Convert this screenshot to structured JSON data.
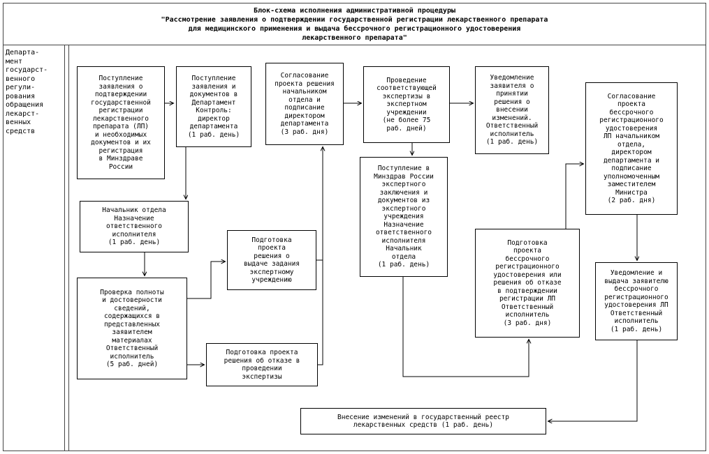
{
  "colors": {
    "background": "#ffffff",
    "line": "#000000",
    "text": "#000000"
  },
  "title": {
    "text": "Блок-схема исполнения административной процедуры\n\"Рассмотрение заявления о подтверждении государственной регистрации лекарственного препарата\nдля медицинского применения и выдача бессрочного регистрационного удостоверения\nлекарственного препарата\""
  },
  "lane": {
    "label": "Департа-\nмент\nгосударст-\nвенного\nрегули-\nрования\nобращения\nлекарст-\nвенных\nсредств"
  },
  "boxes": {
    "b1": "Поступление\nзаявления о\nподтверждении\nгосударственной\nрегистрации\nлекарственного\nпрепарата (ЛП)\nи необходимых\nдокументов и их\nрегистрация\nв Минздраве\nРоссии",
    "b2": "Поступление\nзаявления и\nдокументов в\nДепартамент\nКонтроль:\nдиректор\nдепартамента\n(1 раб. день)",
    "b3": "Согласование\nпроекта решения\nначальником\nотдела и\nподписание\nдиректором\nдепартамента\n(3 раб. дня)",
    "b4": "Проведение\nсоответствующей\nэкспертизы в\nэкспертном\nучреждении\n(не более 75\nраб. дней)",
    "b5": "Уведомление\nзаявителя о\nпринятии\nрешения о\nвнесении\nизменений.\nОтветственный\nисполнитель\n(1 раб. день)",
    "b6": "Согласование\nпроекта\nбессрочного\nрегистрационного\nудостоверения\nЛП начальником\nотдела,\nдиректором\nдепартамента и\nподписание\nуполномоченным\nзаместителем\nМинистра\n(2 раб. дня)",
    "b7": "Начальник отдела\nНазначение\nответственного\nисполнителя\n(1 раб. день)",
    "b8": "Проверка полноты\nи достоверности\nсведений,\nсодержащихся в\nпредставленных\nзаявителем\nматериалах\nОтветственный\nисполнитель\n(5 раб. дней)",
    "b9": "Подготовка\nпроекта\nрешения о\nвыдаче задания\nэкспертному\nучреждению",
    "b10": "Подготовка проекта\nрешения об отказе в\nпроведении\nэкспертизы",
    "b11": "Поступление в\nМинздрав России\nэкспертного\nзаключения и\nдокументов из\nэкспертного\nучреждения\nНазначение\nответственного\nисполнителя\nНачальник\nотдела\n(1 раб. день)",
    "b12": "Подготовка\nпроекта\nбессрочного\nрегистрационного\nудостоверения или\nрешения об отказе\nв подтверждении\nрегистрации ЛП\nОтветственный\nисполнитель\n(3 раб. дня)",
    "b13": "Уведомление и\nвыдача заявителю\nбессрочного\nрегистрационного\nудостоверения ЛП\nОтветственный\nисполнитель\n(1 раб. день)",
    "b14": "Внесение изменений в государственный реестр\nлекарственных средств (1 раб. день)"
  }
}
